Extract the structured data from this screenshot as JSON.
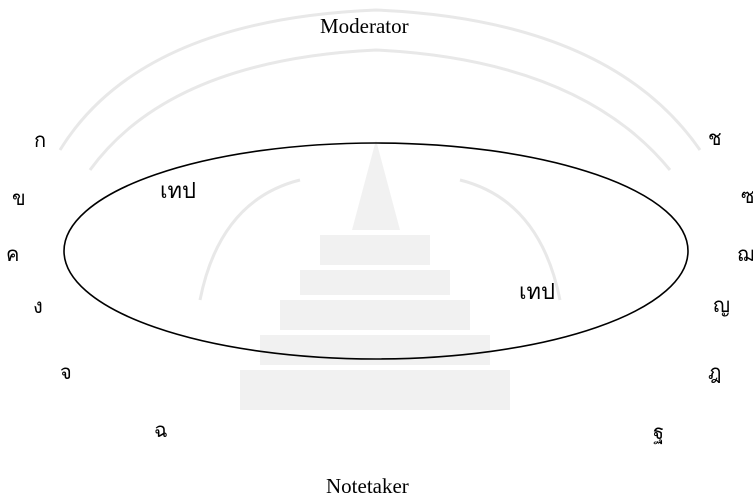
{
  "roles": {
    "moderator": "Moderator",
    "notetaker": "Notetaker"
  },
  "recorders": {
    "top": "เทป",
    "bottom": "เทป"
  },
  "participants_left": [
    "ก",
    "ข",
    "ค",
    "ง",
    "จ",
    "ฉ"
  ],
  "participants_right": [
    "ช",
    "ซ",
    "ฌ",
    "ญ",
    "ฎ",
    "ฐ"
  ],
  "colors": {
    "line": "#000000",
    "watermark": "#e6e6e6"
  }
}
